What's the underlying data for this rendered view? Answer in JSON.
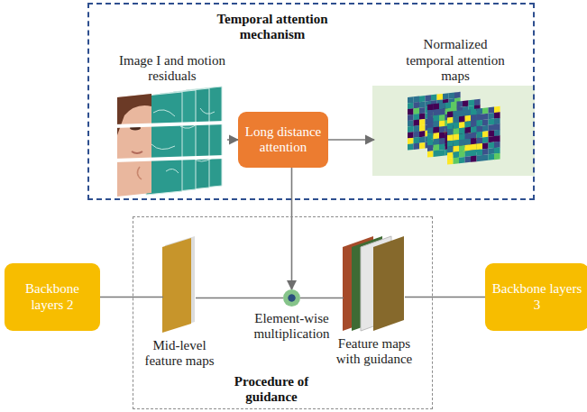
{
  "diagram": {
    "nodes": [
      {
        "text": [
          "Temporal attention mechanism"
        ]
      },
      {
        "text": [
          "Image I and motion residuals"
        ],
        "in": 0
      },
      {
        "text": [
          "Long distance attention"
        ],
        "in": 0
      },
      {
        "text": [
          "Normalized temporal attention maps"
        ],
        "in": 0
      },
      {
        "text": [
          "Backbone layers 2"
        ]
      },
      {
        "text": [
          "Procedure of guidance"
        ]
      },
      {
        "text": [
          "Mid-level feature maps"
        ],
        "in": 5
      },
      {
        "text": [
          "Element-wise multiplication"
        ],
        "in": 5
      },
      {
        "text": [
          "Feature maps with guidance"
        ],
        "in": 5
      },
      {
        "text": [
          "Backbone layers 3"
        ]
      }
    ],
    "edges": [
      {
        "from": 1,
        "to": 2,
        "arrow": "to"
      },
      {
        "from": 2,
        "to": 3,
        "arrow": "to"
      },
      {
        "from": 2,
        "to": 7,
        "arrow": "to"
      },
      {
        "from": 4,
        "to": 6,
        "arrow": "none"
      },
      {
        "from": 6,
        "to": 7,
        "arrow": "none"
      },
      {
        "from": 7,
        "to": 8,
        "arrow": "none"
      },
      {
        "from": 8,
        "to": 9,
        "arrow": "none"
      }
    ]
  }
}
